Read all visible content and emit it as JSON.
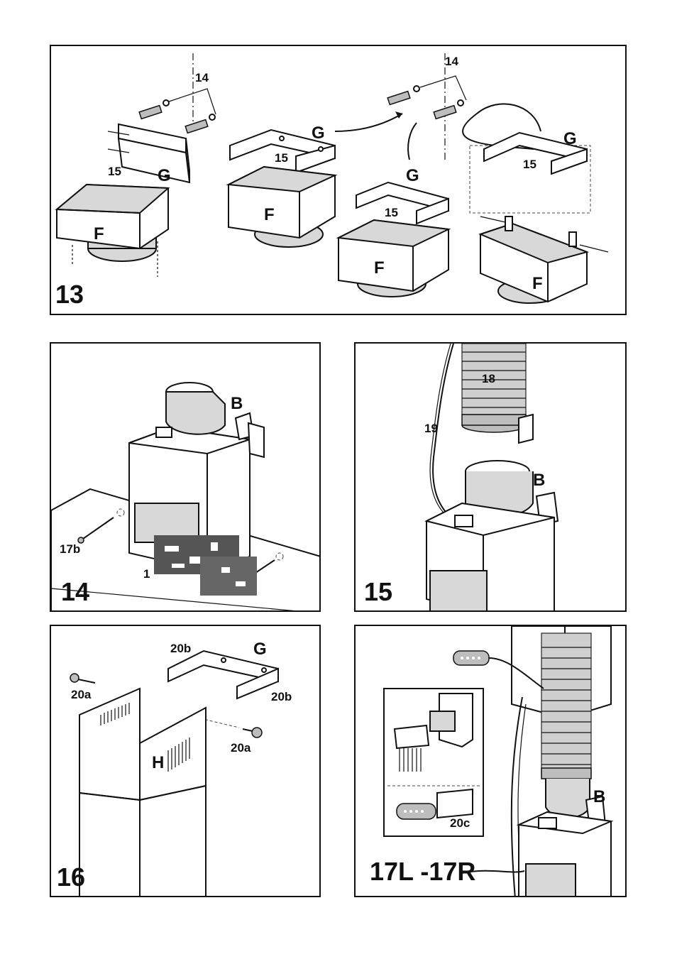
{
  "panels": {
    "p13": {
      "number": "13",
      "labels": {
        "f1": "F",
        "f2": "F",
        "f3": "F",
        "f4": "F",
        "g1": "G",
        "g2": "G",
        "g3": "G",
        "g4": "G",
        "n15a": "15",
        "n15b": "15",
        "n15c": "15",
        "n15d": "15",
        "n14a": "14",
        "n14b": "14"
      }
    },
    "p14": {
      "number": "14",
      "labels": {
        "b": "B",
        "n17b": "17b",
        "n1": "1"
      }
    },
    "p15": {
      "number": "15",
      "labels": {
        "b": "B",
        "n18": "18",
        "n19": "19"
      }
    },
    "p16": {
      "number": "16",
      "labels": {
        "g": "G",
        "h": "H",
        "n20b_top": "20b",
        "n20b_right": "20b",
        "n20a_left": "20a",
        "n20a_right": "20a"
      }
    },
    "p17": {
      "number": "17L -17R",
      "labels": {
        "b": "B",
        "n20c": "20c"
      }
    }
  }
}
